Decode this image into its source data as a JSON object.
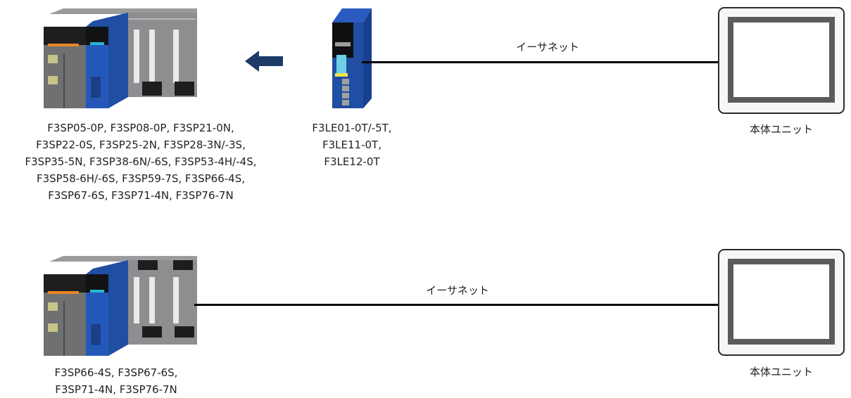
{
  "colors": {
    "plc_gray": "#6f7072",
    "plc_dark": "#3a3b3d",
    "cpu_blue": "#1f4ea3",
    "accent_orange": "#e8862a",
    "accent_cyan": "#28b7d4",
    "arrow_navy": "#1c3a66",
    "panel_frame": "#d0d0d0",
    "cable": "#000000"
  },
  "config1": {
    "plc_caption": [
      "F3SP05-0P, F3SP08-0P, F3SP21-0N,",
      "F3SP22-0S, F3SP25-2N, F3SP28-3N/-3S,",
      "F3SP35-5N, F3SP38-6N/-6S, F3SP53-4H/-4S,",
      "F3SP58-6H/-6S, F3SP59-7S, F3SP66-4S,",
      "F3SP67-6S, F3SP71-4N, F3SP76-7N"
    ],
    "ethernet_module_caption": [
      "F3LE01-0T/-5T,",
      "F3LE11-0T,",
      "F3LE12-0T"
    ],
    "cable_label": "イーサネット",
    "panel_caption": "本体ユニット",
    "arrow_icon": "left-arrow-icon"
  },
  "config2": {
    "plc_caption": [
      "F3SP66-4S, F3SP67-6S,",
      "F3SP71-4N, F3SP76-7N"
    ],
    "cable_label": "イーサネット",
    "panel_caption": "本体ユニット"
  }
}
